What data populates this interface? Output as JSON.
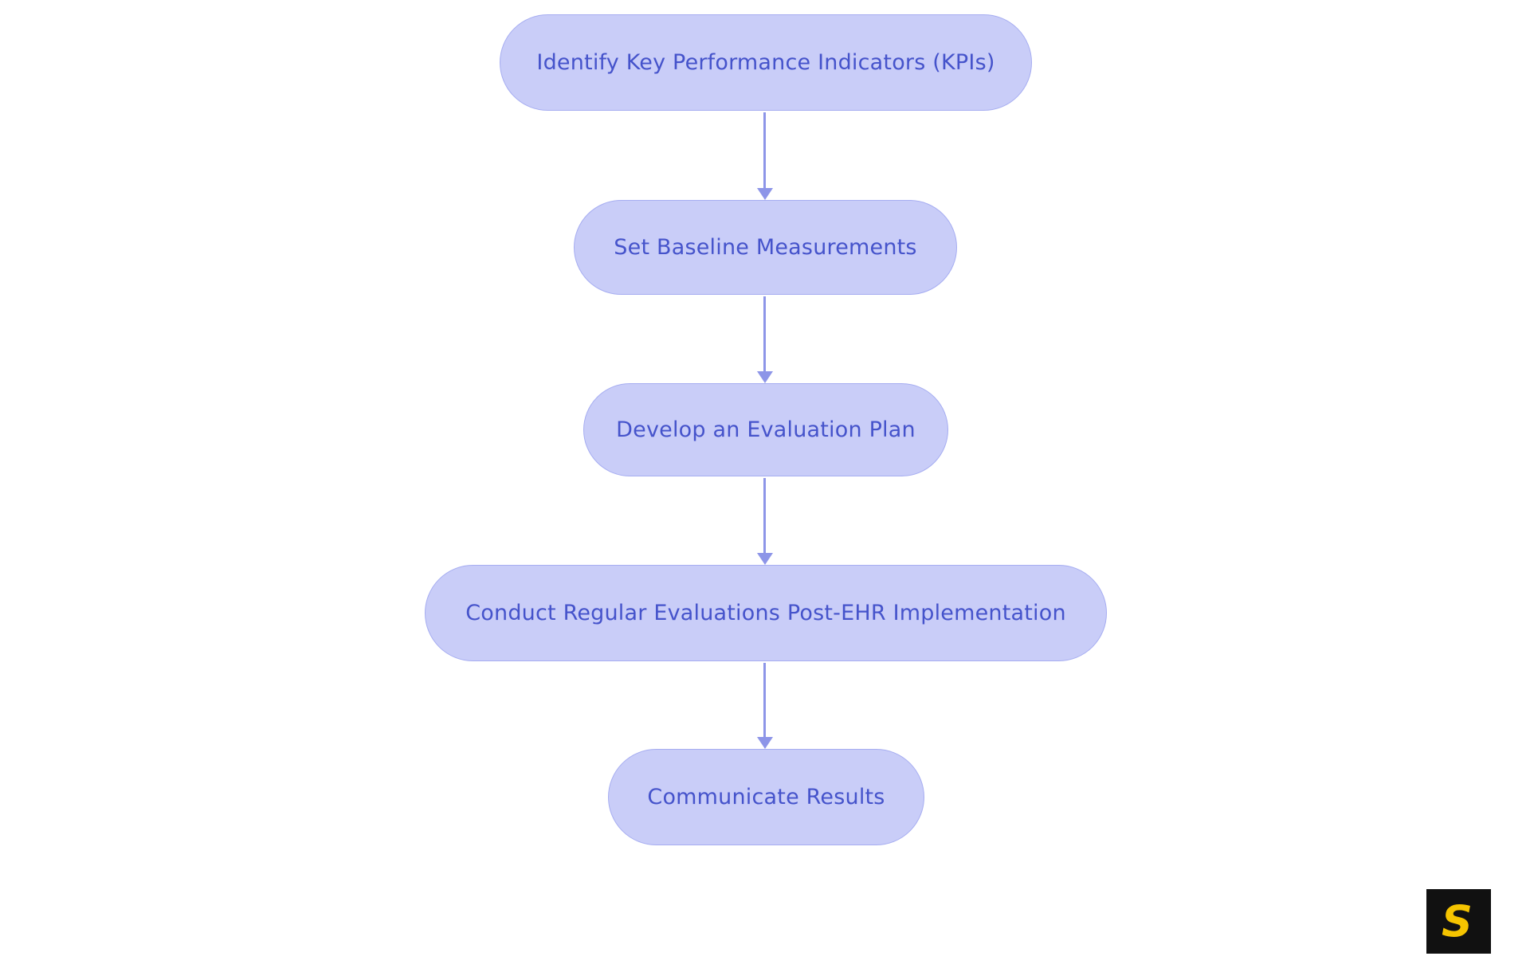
{
  "diagram": {
    "type": "flowchart",
    "direction": "top-down",
    "nodes": [
      {
        "id": "n1",
        "label": "Identify Key Performance Indicators (KPIs)"
      },
      {
        "id": "n2",
        "label": "Set Baseline Measurements"
      },
      {
        "id": "n3",
        "label": "Develop an Evaluation Plan"
      },
      {
        "id": "n4",
        "label": "Conduct Regular Evaluations Post-EHR Implementation"
      },
      {
        "id": "n5",
        "label": "Communicate Results"
      }
    ],
    "edges": [
      {
        "from": "n1",
        "to": "n2"
      },
      {
        "from": "n2",
        "to": "n3"
      },
      {
        "from": "n3",
        "to": "n4"
      },
      {
        "from": "n4",
        "to": "n5"
      }
    ]
  },
  "logo": {
    "glyph": "S"
  },
  "colors": {
    "node-fill": "#c9cdf8",
    "node-border": "#a6adf1",
    "node-text": "#4553cb",
    "arrow": "#8d95e8",
    "logo-bg": "#111111",
    "logo-fg": "#f5c400",
    "page-bg": "#ffffff"
  }
}
